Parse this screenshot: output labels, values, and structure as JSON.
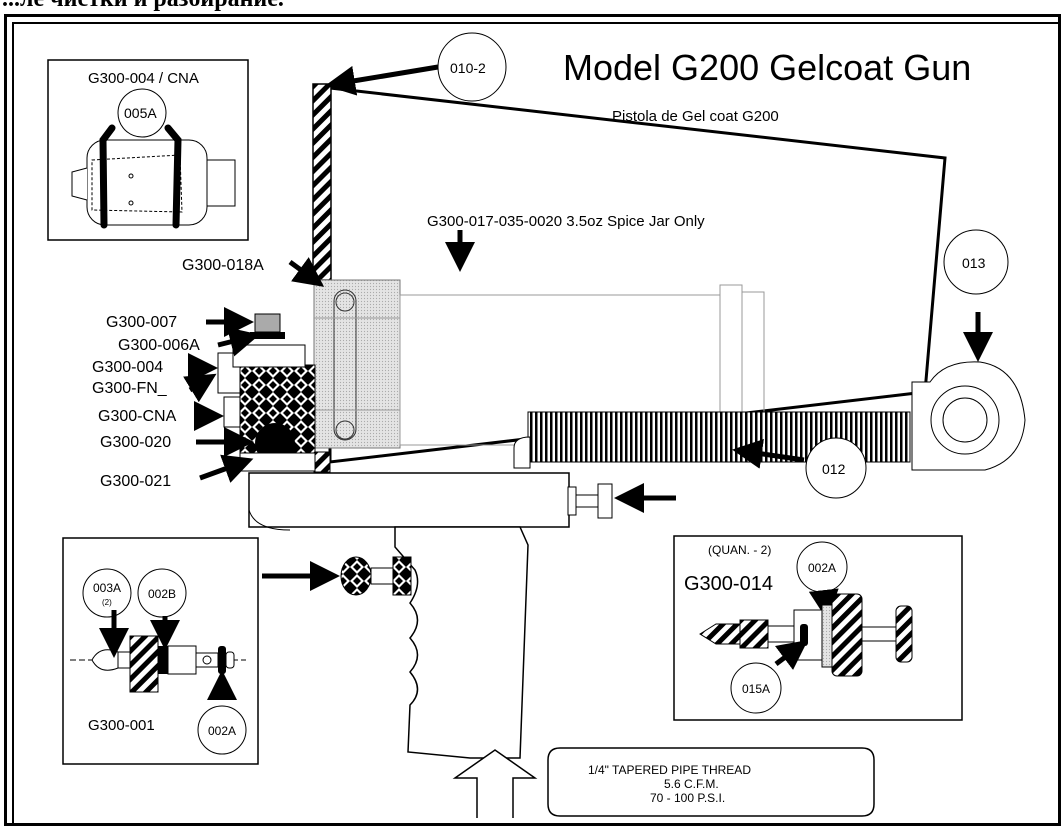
{
  "top_text": "...ле чистки и разбирание.",
  "title": "Model G200 Gelcoat Gun",
  "subtitle": "Pistola de Gel coat G200",
  "jar_label": "G300-017-035-0020 3.5oz Spice Jar Only",
  "left_labels": {
    "p018a": "G300-018A",
    "p007": "G300-007",
    "p006a": "G300-006A",
    "p004": "G300-004",
    "pfn": "G300-FN_",
    "pcna": "G300-CNA",
    "p020": "G300-020",
    "p021": "G300-021"
  },
  "bubbles": {
    "b0102": "010-2",
    "b013": "013",
    "b012": "012"
  },
  "inset_top": {
    "title": "G300-004 / CNA",
    "bubble": "005A"
  },
  "inset_left": {
    "b003a": "003A",
    "b003a_sub": "(2)",
    "b002b": "002B",
    "b002a": "002A",
    "caption": "G300-001"
  },
  "inset_right": {
    "quan": "(QUAN. - 2)",
    "title": "G300-014",
    "b002a": "002A",
    "b015a": "015A"
  },
  "thread_note": {
    "line1": "1/4\" TAPERED   PIPE THREAD",
    "line2": "5.6  C.F.M.",
    "line3": "70 - 100 P.S.I."
  }
}
